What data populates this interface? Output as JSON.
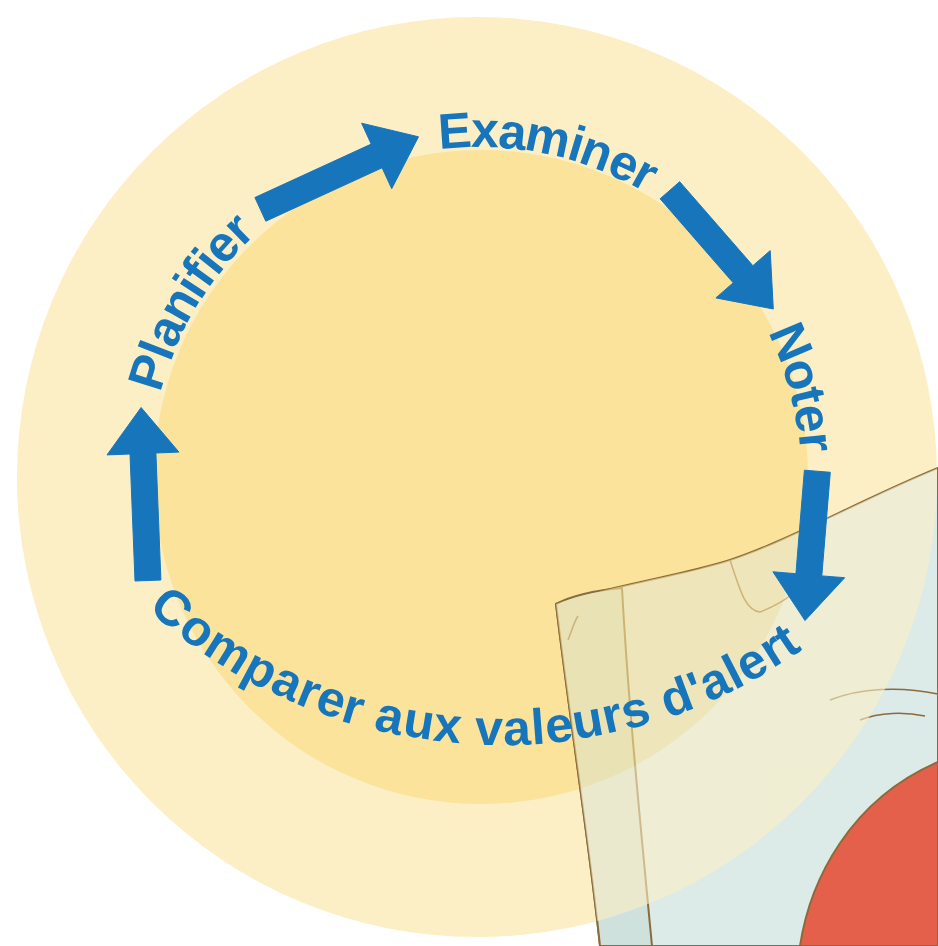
{
  "diagram": {
    "nodes": [
      {
        "text": [
          "Planifier"
        ]
      },
      {
        "text": [
          "Examiner"
        ]
      },
      {
        "text": [
          "Noter"
        ]
      },
      {
        "text": [
          "Comparer aux valeurs d'alert"
        ]
      }
    ],
    "edges": [
      {
        "from": 0,
        "to": 1,
        "arrow": "to"
      },
      {
        "from": 1,
        "to": 2,
        "arrow": "to"
      },
      {
        "from": 2,
        "to": 3,
        "arrow": "to"
      },
      {
        "from": 3,
        "to": 0,
        "arrow": "to"
      }
    ]
  }
}
